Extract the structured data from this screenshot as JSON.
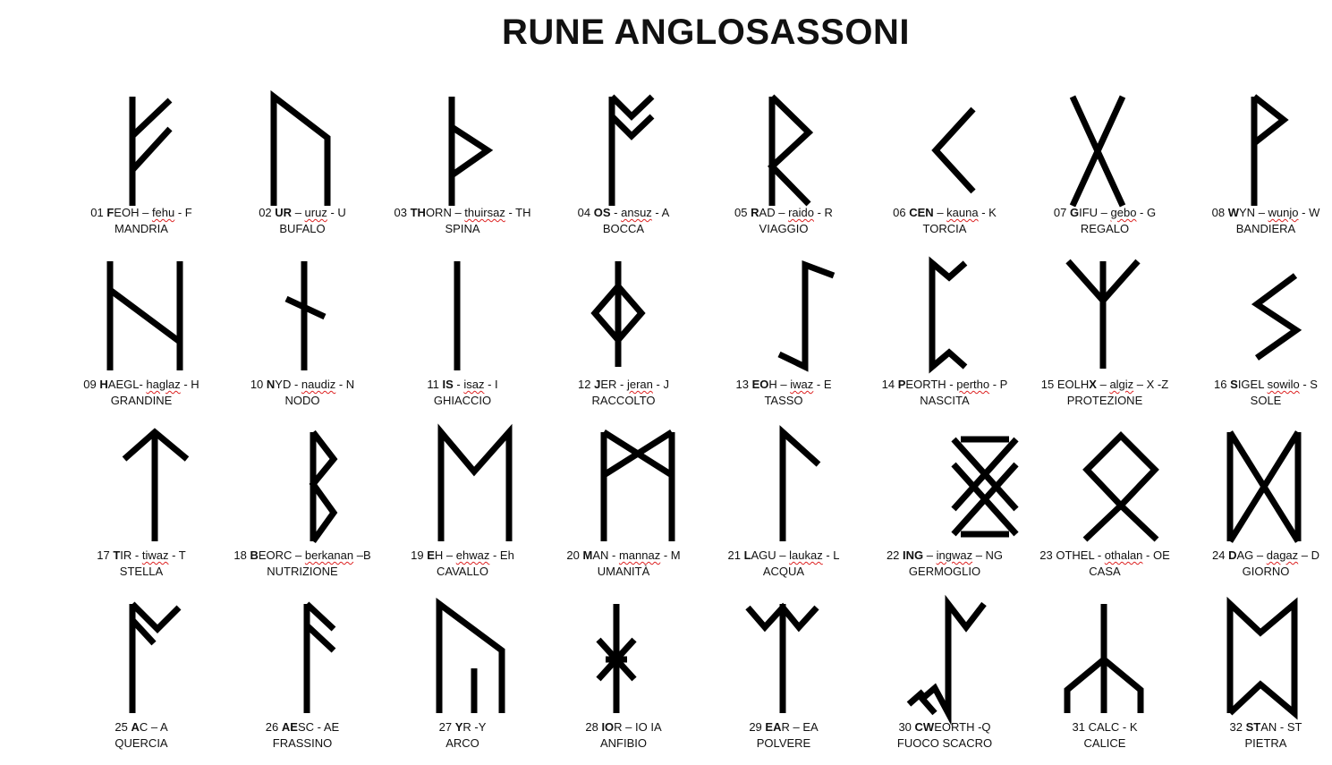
{
  "title": "RUNE ANGLOSASSONI",
  "runes": [
    {
      "num": "01",
      "name_bold": "F",
      "name_rest": "EOH",
      "sep": " – ",
      "translit": "fehu",
      "tail": " - F",
      "meaning": "MANDRIA",
      "icon": "rune-feoh-icon"
    },
    {
      "num": "02",
      "name_bold": "UR",
      "name_rest": "",
      "sep": " – ",
      "translit": "uruz",
      "tail": " - U",
      "meaning": "BUFALO",
      "icon": "rune-ur-icon"
    },
    {
      "num": "03",
      "name_bold": "TH",
      "name_rest": "ORN",
      "sep": " – ",
      "translit": "thuirsaz",
      "tail": " - TH",
      "meaning": "SPINA",
      "icon": "rune-thorn-icon"
    },
    {
      "num": "04",
      "name_bold": "OS",
      "name_rest": "",
      "sep": " - ",
      "translit": "ansuz",
      "tail": " - A",
      "meaning": "BOCCA",
      "icon": "rune-os-icon"
    },
    {
      "num": "05",
      "name_bold": "R",
      "name_rest": "AD",
      "sep": " – ",
      "translit": "raido",
      "tail": " - R",
      "meaning": "VIAGGIO",
      "icon": "rune-rad-icon"
    },
    {
      "num": "06",
      "name_bold": "CEN",
      "name_rest": "",
      "sep": " – ",
      "translit": "kauna",
      "tail": " - K",
      "meaning": "TORCIA",
      "icon": "rune-cen-icon"
    },
    {
      "num": "07",
      "name_bold": "G",
      "name_rest": "IFU",
      "sep": " – ",
      "translit": "gebo",
      "tail": " - G",
      "meaning": "REGALO",
      "icon": "rune-gifu-icon"
    },
    {
      "num": "08",
      "name_bold": "W",
      "name_rest": "YN",
      "sep": " – ",
      "translit": "wunjo",
      "tail": " - W",
      "meaning": "BANDIERA",
      "icon": "rune-wyn-icon"
    },
    {
      "num": "09",
      "name_bold": "H",
      "name_rest": "AEGL",
      "sep": "- ",
      "translit": "haglaz",
      "tail": " - H",
      "meaning": "GRANDINE",
      "icon": "rune-haegl-icon"
    },
    {
      "num": "10",
      "name_bold": "N",
      "name_rest": "YD",
      "sep": " - ",
      "translit": "naudiz",
      "tail": " - N",
      "meaning": "NODO",
      "icon": "rune-nyd-icon"
    },
    {
      "num": "11",
      "name_bold": "IS",
      "name_rest": "",
      "sep": " - ",
      "translit": "isaz",
      "tail": " - I",
      "meaning": "GHIACCIO",
      "icon": "rune-is-icon"
    },
    {
      "num": "12",
      "name_bold": "J",
      "name_rest": "ER",
      "sep": " - ",
      "translit": "jeran",
      "tail": " - J",
      "meaning": "RACCOLTO",
      "icon": "rune-jer-icon"
    },
    {
      "num": "13",
      "name_bold": "EO",
      "name_rest": "H",
      "sep": " – ",
      "translit": "iwaz",
      "tail": " - E",
      "meaning": "TASSO",
      "icon": "rune-eoh-icon"
    },
    {
      "num": "14",
      "name_bold": "P",
      "name_rest": "EORTH",
      "sep": " - ",
      "translit": "pertho",
      "tail": " - P",
      "meaning": "NASCITA",
      "icon": "rune-peorth-icon"
    },
    {
      "num": "15",
      "name_bold": "",
      "name_rest": "EOLH",
      "name_bold2": "X",
      "sep": " – ",
      "translit": "algiz",
      "tail": " – X -Z",
      "meaning": "PROTEZIONE",
      "icon": "rune-eolhx-icon"
    },
    {
      "num": "16",
      "name_bold": "S",
      "name_rest": "IGEL",
      "sep": " ",
      "translit": "sowilo",
      "tail": "  - S",
      "meaning": "SOLE",
      "icon": "rune-sigel-icon"
    },
    {
      "num": "17",
      "name_bold": "T",
      "name_rest": "IR",
      "sep": " - ",
      "translit": "tiwaz",
      "tail": " - T",
      "meaning": "STELLA",
      "icon": "rune-tir-icon"
    },
    {
      "num": "18",
      "name_bold": "B",
      "name_rest": "EORC",
      "sep": " – ",
      "translit": "berkanan",
      "tail": " –B",
      "meaning": "NUTRIZIONE",
      "icon": "rune-beorc-icon"
    },
    {
      "num": "19",
      "name_bold": "E",
      "name_rest": "H",
      "sep": " – ",
      "translit": "ehwaz",
      "tail": " - Eh",
      "meaning": "CAVALLO",
      "icon": "rune-eh-icon"
    },
    {
      "num": "20",
      "name_bold": "M",
      "name_rest": "AN",
      "sep": " - ",
      "translit": "mannaz",
      "tail": " - M",
      "meaning": "UMANITÀ",
      "icon": "rune-man-icon"
    },
    {
      "num": "21",
      "name_bold": "L",
      "name_rest": "AGU",
      "sep": " – ",
      "translit": "laukaz",
      "tail": " - L",
      "meaning": "ACQUA",
      "icon": "rune-lagu-icon"
    },
    {
      "num": "22",
      "name_bold": "ING",
      "name_rest": "",
      "sep": " – ",
      "translit": "ingwaz",
      "tail": " – NG",
      "meaning": "GERMOGLIO",
      "icon": "rune-ing-icon"
    },
    {
      "num": "23",
      "name_bold": "",
      "name_rest": "OTHEL ",
      "sep": " - ",
      "translit": "othalan",
      "tail": " - OE",
      "meaning": "CASA",
      "icon": "rune-othel-icon"
    },
    {
      "num": "24",
      "name_bold": "D",
      "name_rest": "AG",
      "sep": " – ",
      "translit": "dagaz",
      "tail": " – D",
      "meaning": "GIORNO",
      "icon": "rune-dag-icon"
    },
    {
      "num": "25",
      "name_bold": "A",
      "name_rest": "C",
      "sep": " – ",
      "translit": "",
      "tail": "A",
      "meaning": "QUERCIA",
      "icon": "rune-ac-icon"
    },
    {
      "num": "26",
      "name_bold": "AE",
      "name_rest": "SC",
      "sep": " - ",
      "translit": "",
      "tail": "AE",
      "meaning": "FRASSINO",
      "icon": "rune-aesc-icon"
    },
    {
      "num": "27",
      "name_bold": "Y",
      "name_rest": "R",
      "sep": " -",
      "translit": "",
      "tail": "Y",
      "meaning": "ARCO",
      "icon": "rune-yr-icon"
    },
    {
      "num": "28",
      "name_bold": "IO",
      "name_rest": "R",
      "sep": " – ",
      "translit": "",
      "tail": "IO IA",
      "meaning": "ANFIBIO",
      "icon": "rune-ior-icon"
    },
    {
      "num": "29",
      "name_bold": "EA",
      "name_rest": "R",
      "sep": " – ",
      "translit": "",
      "tail": "EA",
      "meaning": "POLVERE",
      "icon": "rune-ear-icon"
    },
    {
      "num": "30",
      "name_bold": "CW",
      "name_rest": "EORTH",
      "sep": " -",
      "translit": "",
      "tail": "Q",
      "meaning": "FUOCO SCACRO",
      "icon": "rune-cweorth-icon"
    },
    {
      "num": "31",
      "name_bold": "",
      "name_rest": "CALC",
      "sep": " - ",
      "translit": "",
      "tail": "K",
      "meaning": "CALICE",
      "icon": "rune-calc-icon"
    },
    {
      "num": "32",
      "name_bold": "ST",
      "name_rest": "AN",
      "sep": " - ",
      "translit": "",
      "tail": "ST",
      "meaning": "PIETRA",
      "icon": "rune-stan-icon"
    }
  ]
}
